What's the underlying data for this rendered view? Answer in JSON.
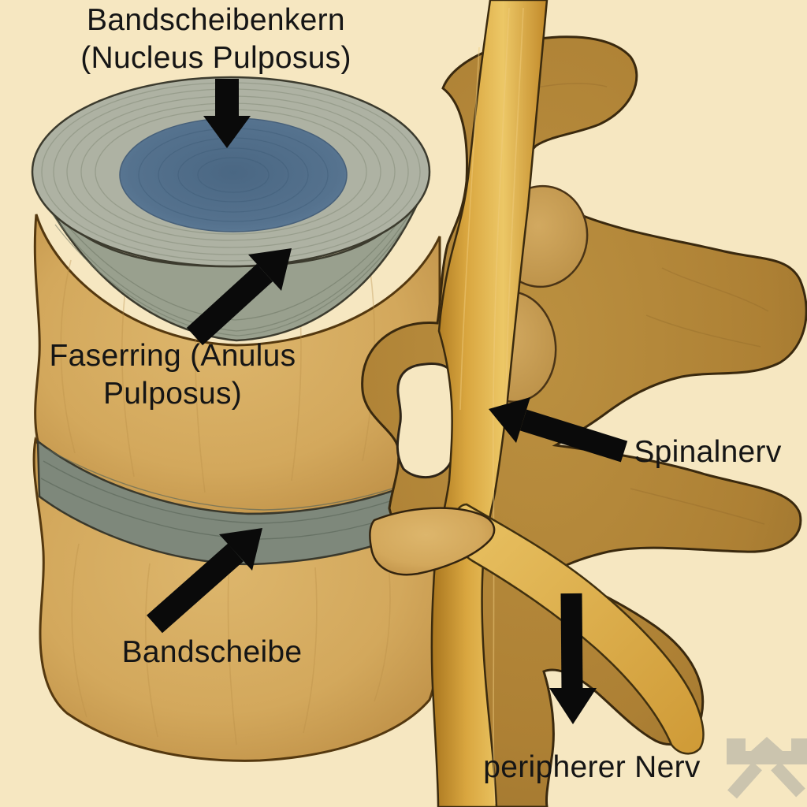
{
  "figure": {
    "type": "anatomical-diagram",
    "labels": {
      "bandscheibenkern": {
        "line1": "Bandscheibenkern",
        "line2": "(Nucleus Pulposus)"
      },
      "faserring": {
        "line1": "Faserring (Anulus",
        "line2": "Pulposus)"
      },
      "spinalnerv": {
        "text": "Spinalnerv"
      },
      "bandscheibe": {
        "text": "Bandscheibe"
      },
      "peripherer_nerv": {
        "text": "peripherer Nerv"
      }
    },
    "colors": {
      "background": "#f6e7c1",
      "bone_light": "#d7ae62",
      "bone_light_edge": "#bd8f46",
      "bone_dark": "#b08434",
      "disc_ring": "#aeb2a3",
      "disc_side": "#99a08e",
      "disc_band": "#7e887b",
      "nucleus": "#54718d",
      "nerve_cord": "#dca842",
      "nerve_branch": "#e2b254",
      "outline": "#3a290e",
      "arrow": "#0a0a0a",
      "label_text": "#151515",
      "watermark": "#c9c3ae"
    },
    "watermark": {
      "icon": "brand-watermark-icon"
    }
  }
}
